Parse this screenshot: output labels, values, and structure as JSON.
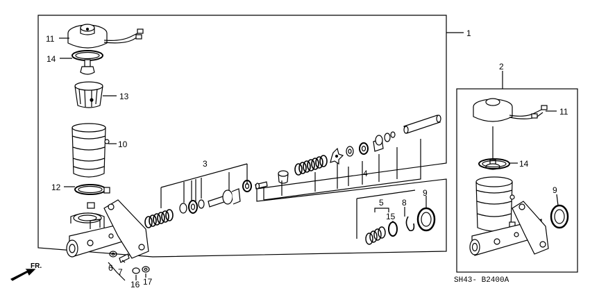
{
  "diagram": {
    "callouts": {
      "c1": "1",
      "c2": "2",
      "c3": "3",
      "c4": "4",
      "c5": "5",
      "c6": "6",
      "c7": "7",
      "c8": "8",
      "c9a": "9",
      "c9b": "9",
      "c10": "10",
      "c11a": "11",
      "c11b": "11",
      "c12": "12",
      "c13": "13",
      "c14a": "14",
      "c14b": "14",
      "c15": "15",
      "c16": "16",
      "c17": "17"
    },
    "direction_label": "FR.",
    "diagram_code": "SH43- B2400A"
  }
}
